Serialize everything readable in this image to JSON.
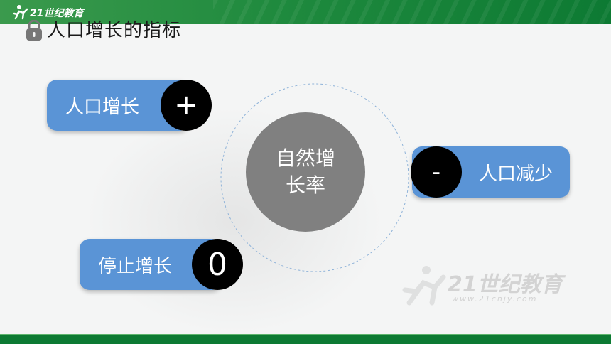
{
  "header": {
    "logo_text": "21世纪教育",
    "title": "人口增长的指标"
  },
  "diagram": {
    "center": {
      "line1": "自然增",
      "line2": "长率"
    },
    "items": [
      {
        "label": "人口增长",
        "symbol": "+"
      },
      {
        "label": "人口减少",
        "symbol": "-"
      },
      {
        "label": "停止增长",
        "symbol": "0"
      }
    ]
  },
  "watermark": {
    "brand": "21世纪教育",
    "url": "www.21cnjy.com"
  },
  "colors": {
    "header_green": "#1f8a3e",
    "pill_blue": "#5a94d6",
    "center_gray": "#808080",
    "dot_black": "#000000"
  },
  "icons": [
    "logo-runner-icon",
    "lock-icon",
    "watermark-runner-icon"
  ]
}
